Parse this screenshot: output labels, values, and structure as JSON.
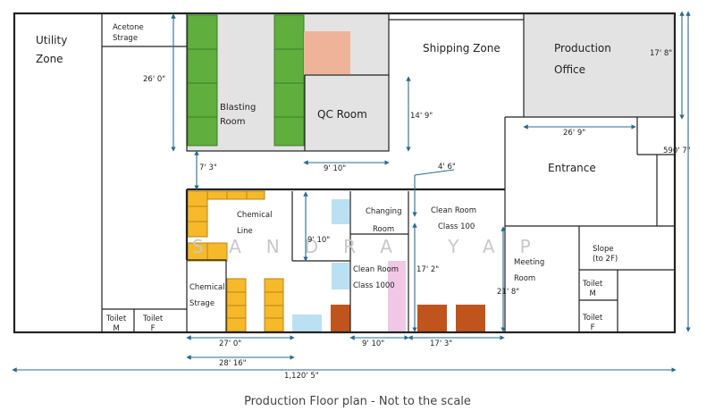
{
  "rooms": {
    "utility_zone": [
      "Utility",
      "Zone"
    ],
    "acetone_storage": [
      "Acetone",
      "Strage"
    ],
    "blasting_room": [
      "Blasting",
      "Room"
    ],
    "qc_room": "QC Room",
    "shipping_zone": "Shipping Zone",
    "production_office": [
      "Production",
      "Office"
    ],
    "entrance": "Entrance",
    "chemical_line": [
      "Chemical",
      "Line"
    ],
    "changing_room": [
      "Changing",
      "Room"
    ],
    "clean_room_100": [
      "Clean Room",
      "Class 100"
    ],
    "clean_room_1000": [
      "Clean Room",
      "Class 1000"
    ],
    "chemical_storage": [
      "Chemical",
      "Strage"
    ],
    "meeting_room": [
      "Meeting",
      "Room"
    ],
    "slope": [
      "Slope",
      "(to  2F)"
    ],
    "toilet_m_left": [
      "Toilet",
      "M"
    ],
    "toilet_f_left": [
      "Toilet",
      "F"
    ],
    "toilet_m_right": [
      "Toilet",
      "M"
    ],
    "toilet_f_right": [
      "Toilet",
      "F"
    ]
  },
  "dimensions": {
    "d_26_0": "26' 0\"",
    "d_14_9": "14' 9\"",
    "d_17_8": "17' 8\"",
    "d_26_9": "26' 9\"",
    "d_590": "590' 7\"",
    "d_7_3": "7' 3\"",
    "d_9_10_qc": "9' 10\"",
    "d_4_6": "4' 6\"",
    "d_9_10_line": "9' 10\"",
    "d_17_2": "17' 2\"",
    "d_21_8": "21' 8\"",
    "d_27_0": "27' 0\"",
    "d_9_10_bottom": "9' 10\"",
    "d_17_3": "17' 3\"",
    "d_28_16": "28' 16\"",
    "d_1120": "1,120' 5\""
  },
  "watermark": "SANDRA YAP",
  "caption": "Production Floor plan - Not to the scale",
  "colors": {
    "wall": "#222222",
    "dim_line": "#2b6b8a",
    "green": "#5fae3e",
    "orange": "#f5b92a",
    "salmon": "#efb39a",
    "light_blue": "#b9e1f2",
    "pink": "#f0c8e6",
    "rust": "#c0541d",
    "grey_room": "#e3e3e3"
  }
}
